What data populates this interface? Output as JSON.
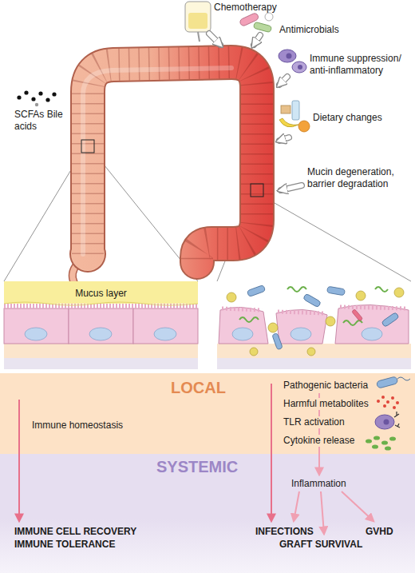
{
  "diagram": {
    "nodes": [
      {
        "text": [
          "LOCAL",
          "Immune homeostasis",
          "Pathogenic bacteria",
          "Harmful metabolites",
          "TLR activation",
          "Cytokine release"
        ]
      },
      {
        "text": [
          "SYSTEMIC",
          "Inflammation",
          "IMMUNE CELL RECOVERY",
          "IMMUNE TOLERANCE",
          "INFECTIONS",
          "GRAFT SURVIVAL",
          "GVHD"
        ]
      }
    ],
    "labels": [
      "Chemotherapy",
      "Antimicrobials",
      "Immune suppression/ anti-inflammatory",
      "Dietary changes",
      "Mucin degeneration, barrier degradation",
      "SCFAs Bile acids",
      "Mucus layer"
    ]
  }
}
